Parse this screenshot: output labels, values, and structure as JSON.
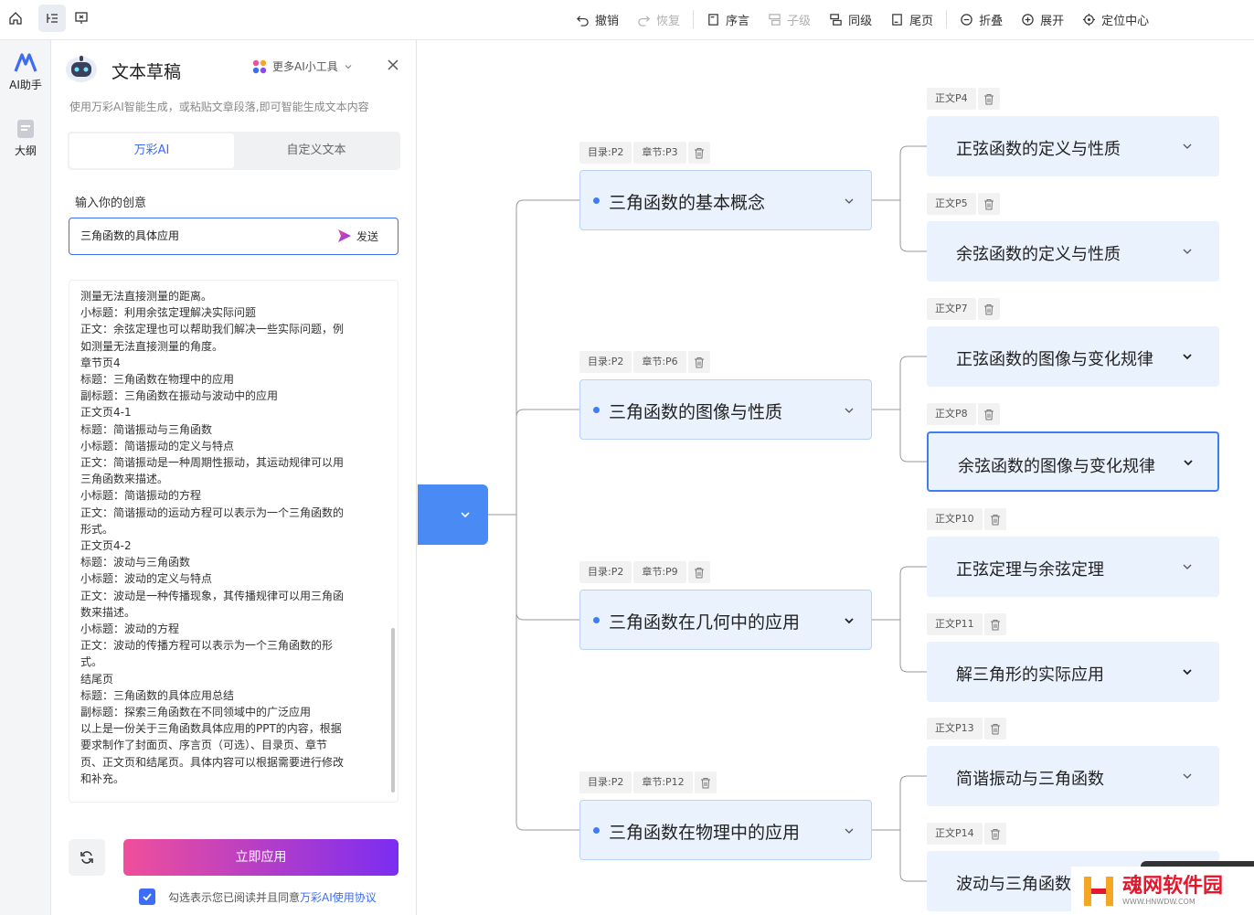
{
  "topbar": {
    "toolbar": [
      {
        "id": "undo",
        "label": "撤销",
        "icon": "undo-icon",
        "enabled": true
      },
      {
        "id": "redo",
        "label": "恢复",
        "icon": "redo-icon",
        "enabled": false
      },
      {
        "id": "preface",
        "label": "序言",
        "icon": "preface-icon",
        "enabled": true
      },
      {
        "id": "child",
        "label": "子级",
        "icon": "child-level-icon",
        "enabled": false
      },
      {
        "id": "sibling",
        "label": "同级",
        "icon": "sibling-level-icon",
        "enabled": true
      },
      {
        "id": "tail",
        "label": "尾页",
        "icon": "tail-page-icon",
        "enabled": true
      },
      {
        "id": "collapse",
        "label": "折叠",
        "icon": "collapse-icon",
        "enabled": true
      },
      {
        "id": "expand",
        "label": "展开",
        "icon": "expand-icon",
        "enabled": true
      },
      {
        "id": "locate",
        "label": "定位中心",
        "icon": "locate-center-icon",
        "enabled": true
      }
    ]
  },
  "rail": {
    "items": [
      {
        "label": "AI助手",
        "icon": "ai-assistant-icon"
      },
      {
        "label": "大纲",
        "icon": "outline-icon"
      }
    ]
  },
  "panel": {
    "title": "文本草稿",
    "more_ai": "更多AI小工具",
    "description": "使用万彩AI智能生成，或粘贴文章段落,即可智能生成文本内容",
    "tabs": [
      {
        "label": "万彩AI",
        "active": true
      },
      {
        "label": "自定义文本",
        "active": false
      }
    ],
    "idea_label": "输入你的创意",
    "idea_value": "三角函数的具体应用",
    "send_label": "发送",
    "draft_lines": [
      "测量无法直接测量的距离。",
      "小标题：利用余弦定理解决实际问题",
      "正文：余弦定理也可以帮助我们解决一些实际问题，例",
      "如测量无法直接测量的角度。",
      "章节页4",
      "标题：三角函数在物理中的应用",
      "副标题：三角函数在振动与波动中的应用",
      "正文页4-1",
      "标题：简谐振动与三角函数",
      "小标题：简谐振动的定义与特点",
      "正文：简谐振动是一种周期性振动，其运动规律可以用",
      "三角函数来描述。",
      "小标题：简谐振动的方程",
      "正文：简谐振动的运动方程可以表示为一个三角函数的",
      "形式。",
      "正文页4-2",
      "标题：波动与三角函数",
      "小标题：波动的定义与特点",
      "正文：波动是一种传播现象，其传播规律可以用三角函",
      "数来描述。",
      "小标题：波动的方程",
      "正文：波动的传播方程可以表示为一个三角函数的形",
      "式。",
      "结尾页",
      "标题：三角函数的具体应用总结",
      "副标题：探索三角函数在不同领域中的广泛应用",
      "以上是一份关于三角函数具体应用的PPT的内容，根据",
      "要求制作了封面页、序言页（可选）、目录页、章节",
      "页、正文页和结尾页。具体内容可以根据需要进行修改",
      "和补充。"
    ],
    "apply_label": "立即应用",
    "agree_text": "勾选表示您已阅读并且同意",
    "agree_link": "万彩AI使用协议"
  },
  "mindmap": {
    "chapters": [
      {
        "title": "三角函数的基本概念",
        "tags": [
          "目录:P2",
          "章节:P3"
        ],
        "children": [
          {
            "title": "正弦函数的定义与性质",
            "tag": "正文P4"
          },
          {
            "title": "余弦函数的定义与性质",
            "tag": "正文P5"
          }
        ]
      },
      {
        "title": "三角函数的图像与性质",
        "tags": [
          "目录:P2",
          "章节:P6"
        ],
        "children": [
          {
            "title": "正弦函数的图像与变化规律",
            "tag": "正文P7"
          },
          {
            "title": "余弦函数的图像与变化规律",
            "tag": "正文P8",
            "selected": true
          }
        ]
      },
      {
        "title": "三角函数在几何中的应用",
        "tags": [
          "目录:P2",
          "章节:P9"
        ],
        "children": [
          {
            "title": "正弦定理与余弦定理",
            "tag": "正文P10"
          },
          {
            "title": "解三角形的实际应用",
            "tag": "正文P11"
          }
        ]
      },
      {
        "title": "三角函数在物理中的应用",
        "tags": [
          "目录:P2",
          "章节:P12"
        ],
        "children": [
          {
            "title": "简谐振动与三角函数",
            "tag": "正文P13"
          },
          {
            "title": "波动与三角函数",
            "tag": "正文P14"
          }
        ]
      }
    ]
  },
  "watermark": {
    "brand": "魂网软件园",
    "url": "WWW.HNWDW.COM"
  },
  "colors": {
    "accent": "#3d6cf6",
    "node_bg": "#eaf2fd",
    "root": "#4a8af4",
    "apply_gradient_start": "#f04f9a",
    "apply_gradient_end": "#7b2df2"
  }
}
